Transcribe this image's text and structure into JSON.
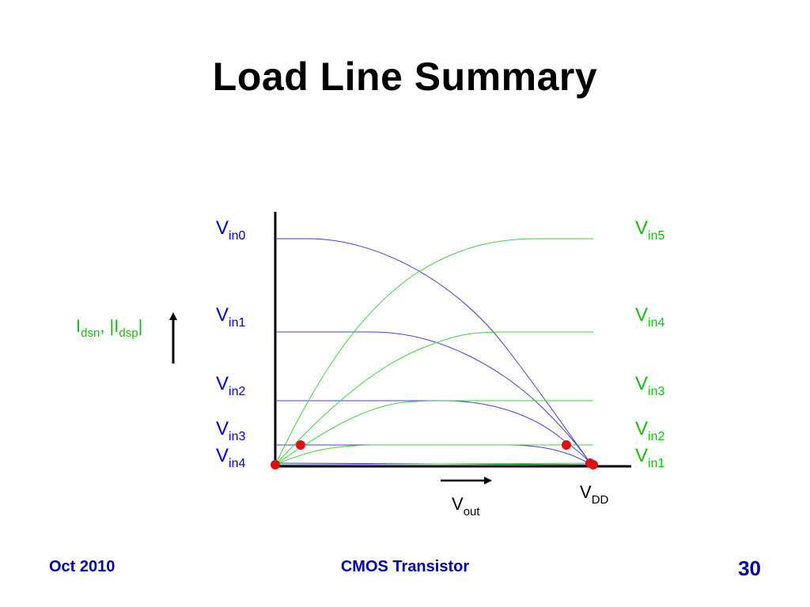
{
  "slide": {
    "title": "Load Line Summary"
  },
  "labels": {
    "blue": [
      {
        "main": "V",
        "sub": "in0"
      },
      {
        "main": "V",
        "sub": "in1"
      },
      {
        "main": "V",
        "sub": "in2"
      },
      {
        "main": "V",
        "sub": "in3"
      },
      {
        "main": "V",
        "sub": "in4"
      }
    ],
    "green": [
      {
        "main": "V",
        "sub": "in5"
      },
      {
        "main": "V",
        "sub": "in4"
      },
      {
        "main": "V",
        "sub": "in3"
      },
      {
        "main": "V",
        "sub": "in2"
      },
      {
        "main": "V",
        "sub": "in1"
      }
    ],
    "current": {
      "i1": "I",
      "sub1": "dsn",
      "sep": ", |I",
      "sub2": "dsp",
      "end": "|"
    },
    "vout": {
      "main": "V",
      "sub": "out"
    },
    "vdd": {
      "main": "V",
      "sub": "DD"
    }
  },
  "colors": {
    "nmos_curve": "#4040c8",
    "pmos_curve": "#40d040",
    "label_blue": "#0000cc",
    "label_green": "#10c010",
    "operating_point": "#e01010",
    "axis": "#000000"
  },
  "footer": {
    "date": "Oct 2010",
    "course": "CMOS Transistor",
    "page": "30"
  }
}
